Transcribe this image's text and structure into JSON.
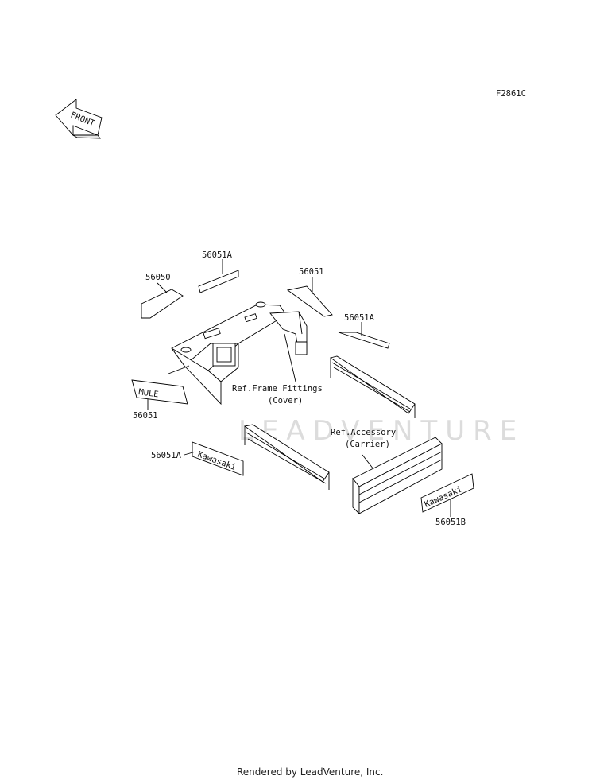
{
  "diagram_code": "F2861C",
  "front_label": "FRONT",
  "watermark": "LEADVENTURE",
  "footer": "Rendered by LeadVenture, Inc.",
  "decal_text": {
    "mule": "MULE",
    "kawasaki": "Kawasaki"
  },
  "parts": [
    {
      "id": "p1",
      "label": "56050"
    },
    {
      "id": "p2",
      "label": "56051A"
    },
    {
      "id": "p3",
      "label": "56051"
    },
    {
      "id": "p4",
      "label": "56051A"
    },
    {
      "id": "p5",
      "label": "56051"
    },
    {
      "id": "p6",
      "label": "56051A"
    },
    {
      "id": "p7",
      "label": "56051B"
    }
  ],
  "references": {
    "frame_line1": "Ref.Frame Fittings",
    "frame_line2": "(Cover)",
    "accessory_line1": "Ref.Accessory",
    "accessory_line2": "(Carrier)"
  }
}
